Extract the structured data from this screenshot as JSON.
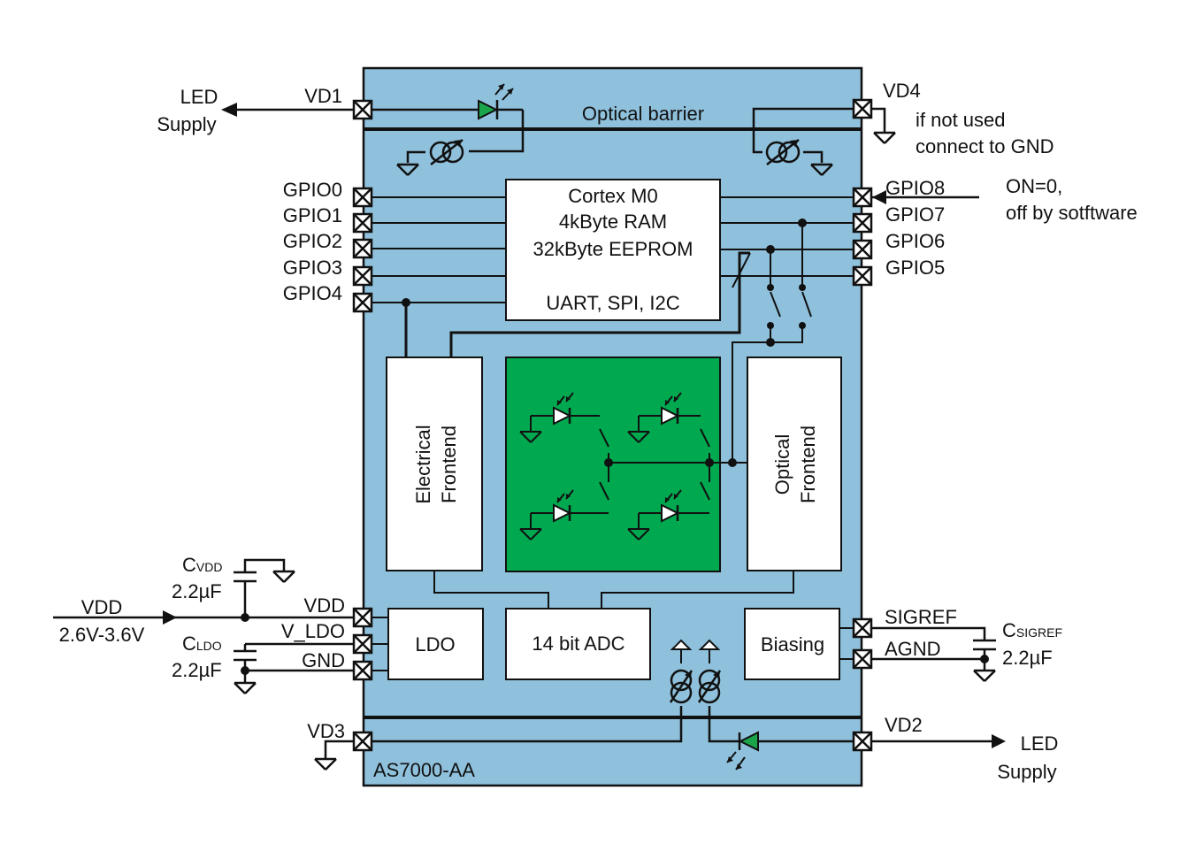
{
  "chip_name": "AS7000-AA",
  "colors": {
    "chip_body": "#8fc1dc",
    "sensor_area": "#00a84f",
    "led_fill": "#1aa54a",
    "block_fill": "#ffffff",
    "line": "#111111"
  },
  "blocks": {
    "mcu": [
      "Cortex M0",
      "4kByte RAM",
      "32kByte EEPROM",
      "UART, SPI, I2C"
    ],
    "electrical_frontend": [
      "Electrical",
      "Frontend"
    ],
    "optical_frontend": [
      "Optical",
      "Frontend"
    ],
    "ldo": "LDO",
    "adc": "14 bit ADC",
    "biasing": "Biasing",
    "optical_barrier": "Optical barrier"
  },
  "left_pins": {
    "vd1": "VD1",
    "gpio0": "GPIO0",
    "gpio1": "GPIO1",
    "gpio2": "GPIO2",
    "gpio3": "GPIO3",
    "gpio4": "GPIO4",
    "vdd": "VDD",
    "v_ldo": "V_LDO",
    "gnd": "GND",
    "vd3": "VD3"
  },
  "right_pins": {
    "vd4": "VD4",
    "gpio8": "GPIO8",
    "gpio7": "GPIO7",
    "gpio6": "GPIO6",
    "gpio5": "GPIO5",
    "sigref": "SIGREF",
    "agnd": "AGND",
    "vd2": "VD2"
  },
  "external": {
    "led_supply_top": [
      "LED",
      "Supply"
    ],
    "led_supply_bottom": [
      "LED",
      "Supply"
    ],
    "vd4_note": [
      "if not used",
      "connect to GND"
    ],
    "gpio8_note": [
      "ON=0,",
      "off by sotftware"
    ],
    "vdd_input": [
      "VDD",
      "2.6V-3.6V"
    ],
    "cvdd": {
      "main": "C",
      "sub": "VDD",
      "value": "2.2µF"
    },
    "cldo": {
      "main": "C",
      "sub": "LDO",
      "value": "2.2µF"
    },
    "csigref": {
      "main": "C",
      "sub": "SIGREF",
      "value": "2.2µF"
    }
  }
}
